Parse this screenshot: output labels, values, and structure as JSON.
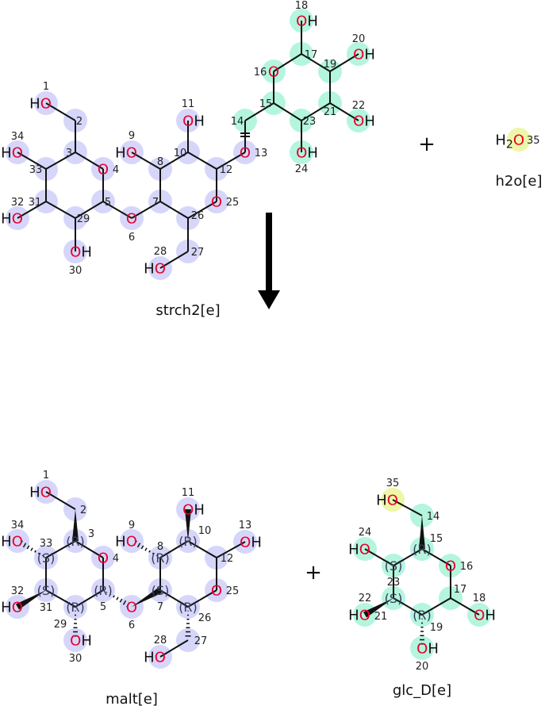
{
  "reaction": {
    "plus_sign": "+",
    "arrow": "reaction-arrow",
    "reactants": [
      {
        "id": "strch2",
        "name": "strch2[e]",
        "highlight": "#d6d6fa",
        "highlight2": "#b4f5de",
        "atoms": [
          {
            "n": "1",
            "label": "HO"
          },
          {
            "n": "2"
          },
          {
            "n": "3"
          },
          {
            "n": "4",
            "label": "O"
          },
          {
            "n": "5"
          },
          {
            "n": "6",
            "label": "O"
          },
          {
            "n": "7"
          },
          {
            "n": "8"
          },
          {
            "n": "9",
            "label": "HO"
          },
          {
            "n": "10"
          },
          {
            "n": "11",
            "label": "OH"
          },
          {
            "n": "12"
          },
          {
            "n": "13",
            "label": "O"
          },
          {
            "n": "14"
          },
          {
            "n": "15"
          },
          {
            "n": "16",
            "label": "O"
          },
          {
            "n": "17"
          },
          {
            "n": "18",
            "label": "OH"
          },
          {
            "n": "19"
          },
          {
            "n": "20",
            "label": "OH"
          },
          {
            "n": "21"
          },
          {
            "n": "22",
            "label": "OH"
          },
          {
            "n": "23"
          },
          {
            "n": "24",
            "label": "OH"
          },
          {
            "n": "25",
            "label": "O"
          },
          {
            "n": "26"
          },
          {
            "n": "27"
          },
          {
            "n": "28",
            "label": "HO"
          },
          {
            "n": "29"
          },
          {
            "n": "30",
            "label": "OH"
          },
          {
            "n": "31"
          },
          {
            "n": "32",
            "label": "HO"
          },
          {
            "n": "33"
          },
          {
            "n": "34",
            "label": "HO"
          }
        ]
      },
      {
        "id": "h2o",
        "name": "h2o[e]",
        "highlight": "#eef6a8",
        "atoms": [
          {
            "n": "35",
            "label": "H2O"
          }
        ]
      }
    ],
    "products": [
      {
        "id": "malt",
        "name": "malt[e]",
        "highlight": "#d6d6fa",
        "atoms": [
          {
            "n": "1",
            "label": "HO"
          },
          {
            "n": "2"
          },
          {
            "n": "3",
            "stereo": "(R)"
          },
          {
            "n": "4",
            "label": "O"
          },
          {
            "n": "5",
            "stereo": "(R)"
          },
          {
            "n": "6",
            "label": "O"
          },
          {
            "n": "7",
            "stereo": "(S)"
          },
          {
            "n": "8",
            "stereo": "(R)"
          },
          {
            "n": "9",
            "label": "HO"
          },
          {
            "n": "10",
            "stereo": "(R)"
          },
          {
            "n": "11",
            "label": "OH"
          },
          {
            "n": "12"
          },
          {
            "n": "13",
            "label": "OH"
          },
          {
            "n": "25",
            "label": "O"
          },
          {
            "n": "26",
            "stereo": "(R)"
          },
          {
            "n": "27"
          },
          {
            "n": "28",
            "label": "HO"
          },
          {
            "n": "29",
            "stereo": "(R)"
          },
          {
            "n": "30",
            "label": "OH"
          },
          {
            "n": "31",
            "stereo": "(S)"
          },
          {
            "n": "32",
            "label": "HO"
          },
          {
            "n": "33",
            "stereo": "(S)"
          },
          {
            "n": "34",
            "label": "HO"
          }
        ]
      },
      {
        "id": "glc",
        "name": "glc_D[e]",
        "highlight": "#b4f5de",
        "highlight2": "#eef6a8",
        "atoms": [
          {
            "n": "35",
            "label": "HO"
          },
          {
            "n": "14"
          },
          {
            "n": "15",
            "stereo": "(R)"
          },
          {
            "n": "16",
            "label": "O"
          },
          {
            "n": "17"
          },
          {
            "n": "18",
            "label": "OH"
          },
          {
            "n": "19",
            "stereo": "(R)"
          },
          {
            "n": "20",
            "label": "OH"
          },
          {
            "n": "21",
            "stereo": "(S)"
          },
          {
            "n": "22",
            "label": "HO"
          },
          {
            "n": "23",
            "stereo": "(S)"
          },
          {
            "n": "24",
            "label": "HO"
          }
        ]
      }
    ]
  },
  "colors": {
    "oxygen": "#e8002a",
    "bond": "#111111",
    "stereo": "#3a3a5a"
  }
}
